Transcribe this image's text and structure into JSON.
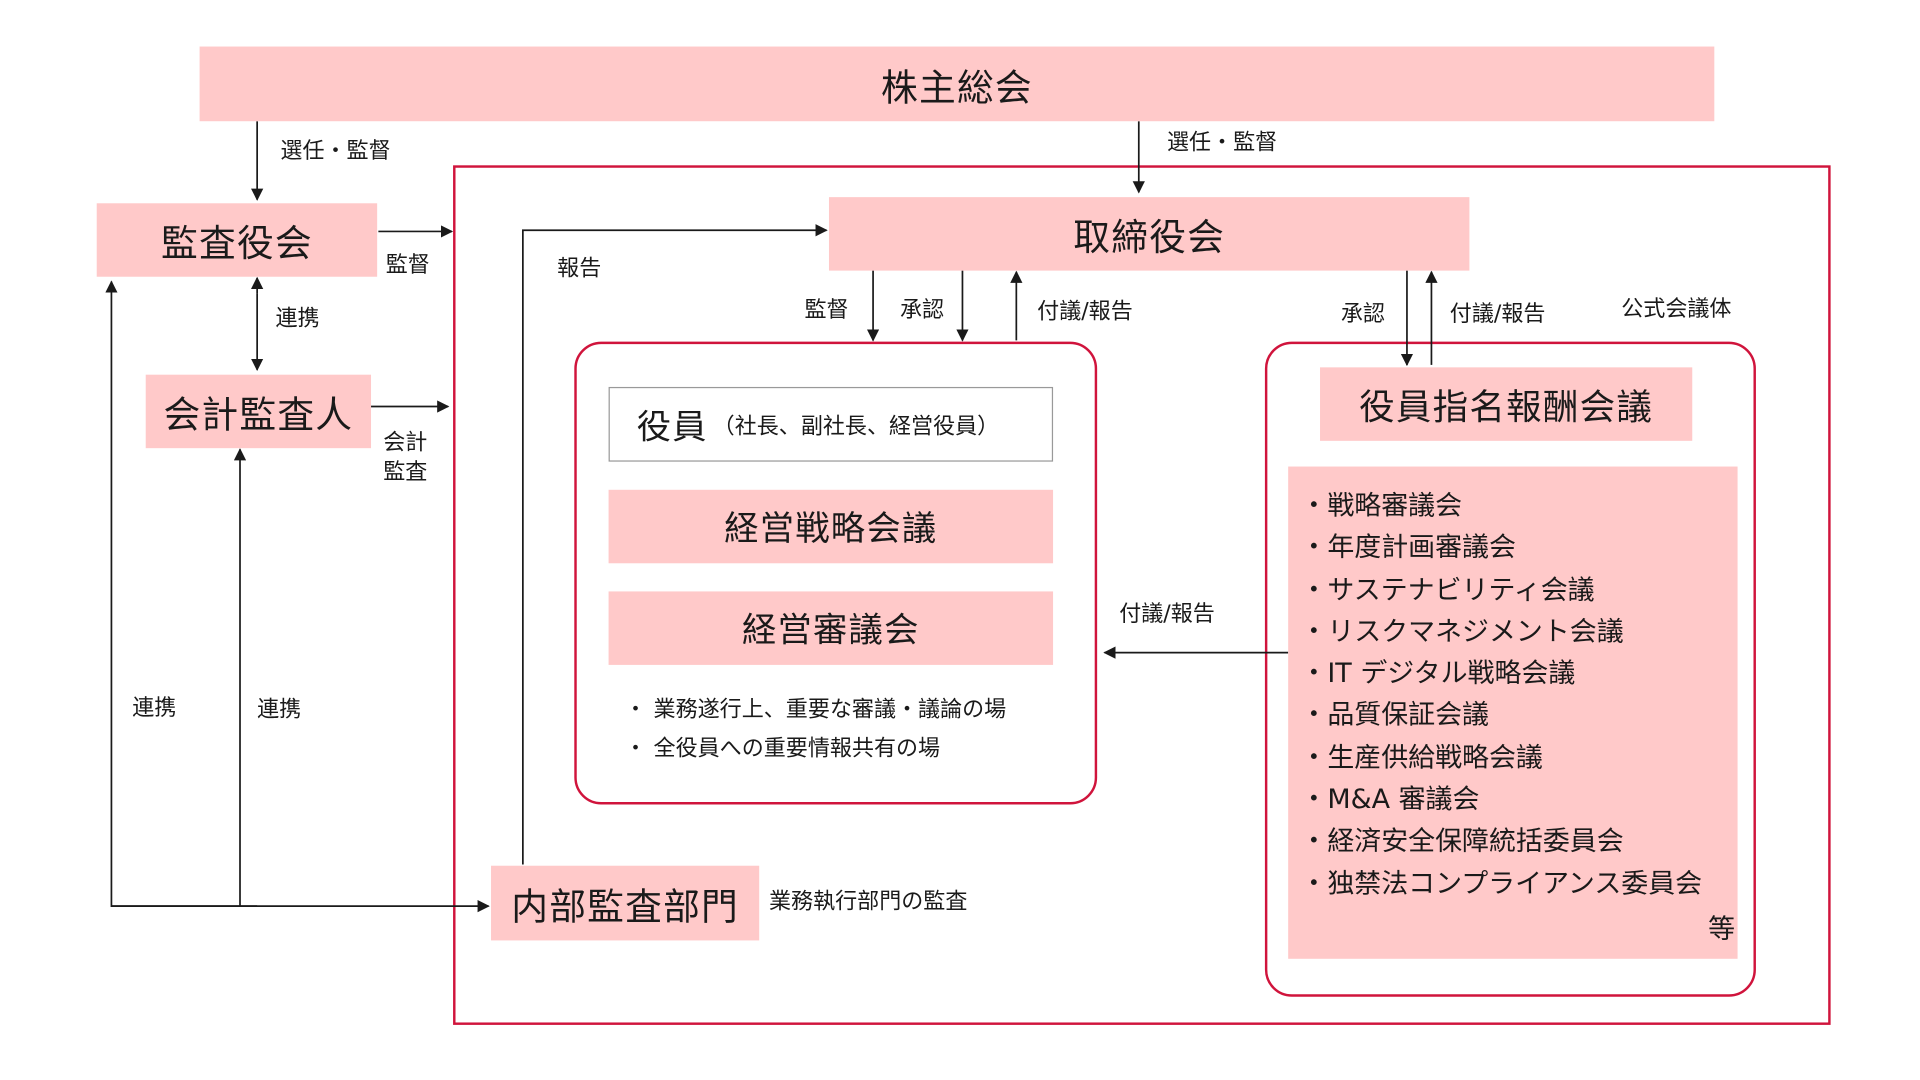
{
  "boxes": {
    "shareholders": "株主総会",
    "board": "取締役会",
    "audit_board": "監査役会",
    "accounting_auditor": "会計監査人",
    "internal_audit": "内部監査部門",
    "officers": "役員",
    "officers_note": "（社長、副社長、経営役員）",
    "strategy_meeting": "経営戦略会議",
    "management_council": "経営審議会",
    "nomination_committee": "役員指名報酬会議"
  },
  "labels": {
    "elect_supervise_left": "選任・監督",
    "elect_supervise_top": "選任・監督",
    "supervise_audit_board": "監督",
    "cooperation_top": "連携",
    "accounting_audit_line1": "会計",
    "accounting_audit_line2": "監査",
    "report_internal": "報告",
    "supervise_officers": "監督",
    "approve_officers": "承認",
    "proposal_report_officers": "付議/報告",
    "approve_nomination": "承認",
    "proposal_report_nomination": "付議/報告",
    "official_bodies": "公式会議体",
    "proposal_report_council": "付議/報告",
    "cooperation_left": "連携",
    "cooperation_mid": "連携",
    "internal_audit_desc": "業務執行部門の監査"
  },
  "council_notes": [
    "・ 業務遂行上、重要な審議・議論の場",
    "・ 全役員への重要情報共有の場"
  ],
  "committees": [
    "・戦略審議会",
    "・年度計画審議会",
    "・サステナビリティ会議",
    "・リスクマネジメント会議",
    "・IT デジタル戦略会議",
    "・品質保証会議",
    "・生産供給戦略会議",
    "・M&A 審議会",
    "・経済安全保障統括委員会",
    "・独禁法コンプライアンス委員会"
  ],
  "committees_etc": "等",
  "colors": {
    "box_fill": "#ffc9c9",
    "frame_red": "#d0143c",
    "line": "#1a1a1a",
    "officer_border": "#999999"
  }
}
